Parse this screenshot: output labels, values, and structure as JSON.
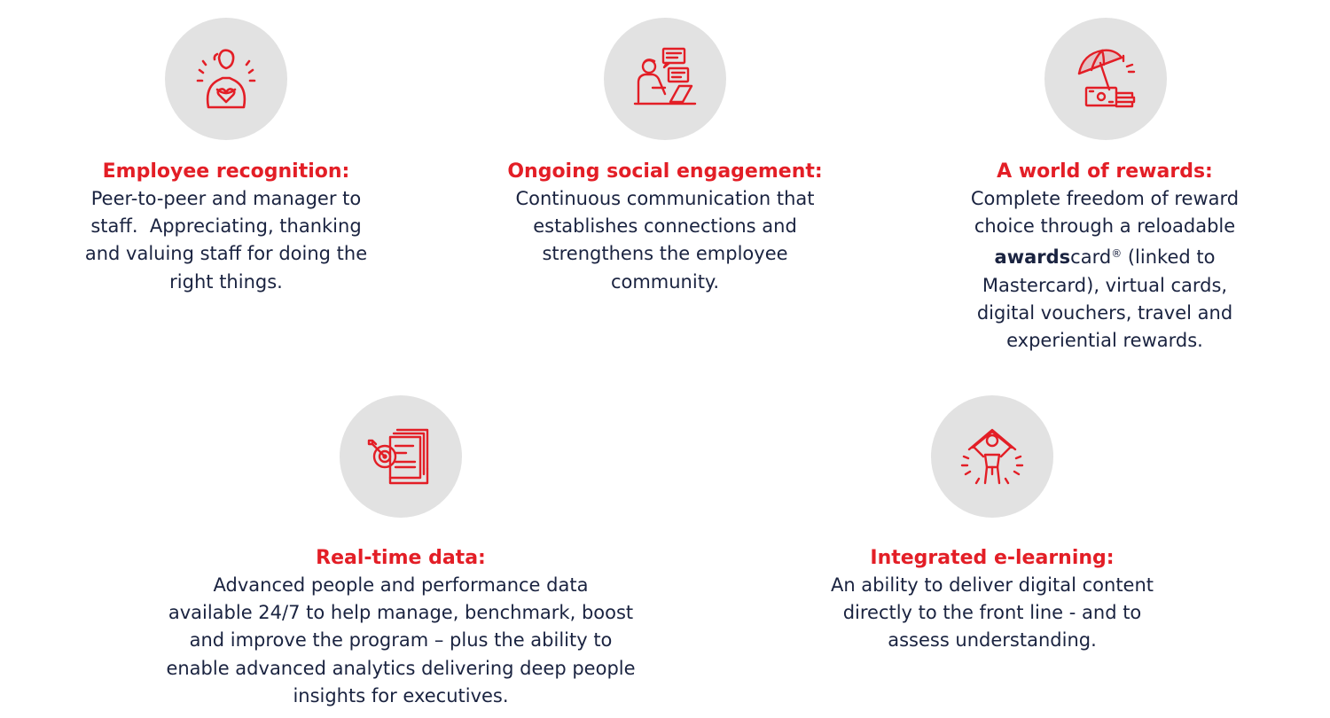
{
  "colors": {
    "accent": "#e31e26",
    "text": "#1a2340",
    "icon_bg": "#e2e2e2"
  },
  "features": [
    {
      "icon": "recognition-person-heart-icon",
      "title": "Employee recognition:",
      "lines": [
        "Peer-to-peer and manager to",
        "staff.  Appreciating, thanking",
        "and valuing staff for doing the",
        "right things."
      ]
    },
    {
      "icon": "person-laptop-chat-icon",
      "title": "Ongoing social engagement:",
      "lines": [
        "Continuous communication that",
        "establishes connections and",
        "strengthens the employee",
        "community."
      ]
    },
    {
      "icon": "umbrella-money-icon",
      "title": "A world of rewards:",
      "lines": [
        "Complete freedom of reward",
        "choice through a reloadable"
      ],
      "brand_bold": "awards",
      "brand_rest": "card",
      "brand_mark": "®",
      "brand_after": " (linked to",
      "lines_after": [
        "Mastercard), virtual cards,",
        "digital vouchers, travel and",
        "experiential rewards."
      ]
    },
    {
      "icon": "target-document-icon",
      "title": "Real-time data:",
      "lines": [
        "Advanced people and performance data",
        "available 24/7 to help manage, benchmark, boost",
        "and improve the program – plus the ability to",
        "enable advanced analytics delivering deep people",
        "insights for executives."
      ]
    },
    {
      "icon": "person-house-learning-icon",
      "title": "Integrated e-learning:",
      "lines": [
        "An ability to deliver digital content",
        "directly to the front line - and to",
        "assess understanding."
      ]
    }
  ]
}
